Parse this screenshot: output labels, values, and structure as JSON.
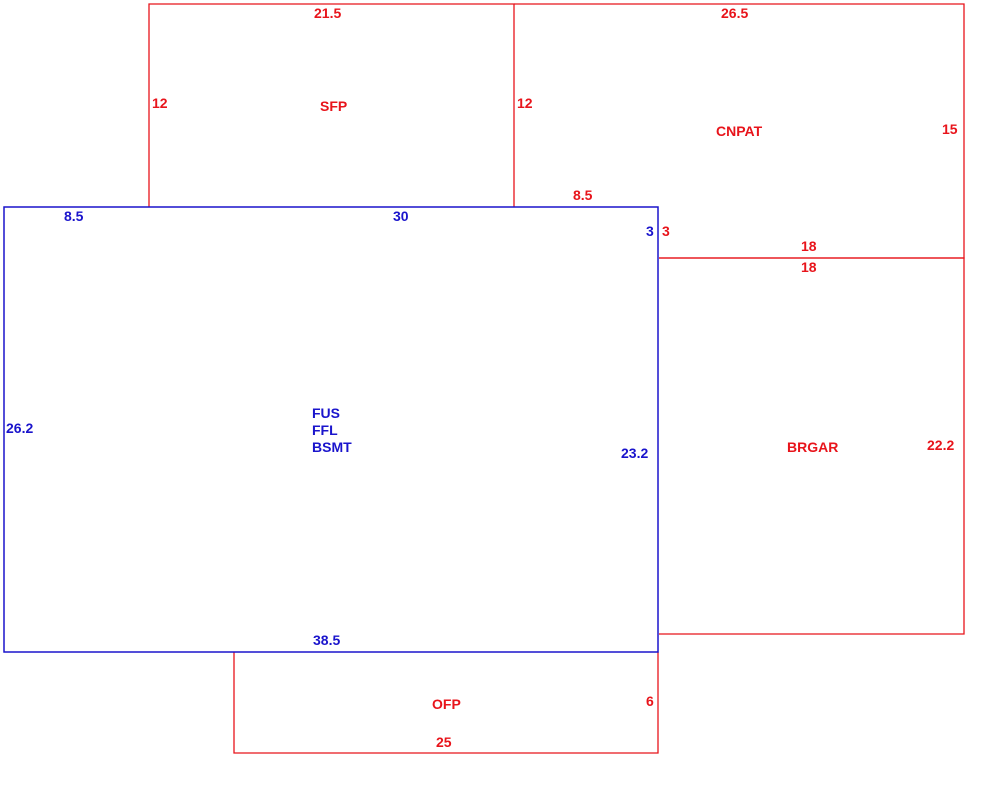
{
  "colors": {
    "addition_line": "#e8141b",
    "main_line": "#1a14cc",
    "background": "#ffffff"
  },
  "areas": {
    "sfp": {
      "code": "SFP",
      "dim_top": "21.5",
      "dim_left": "12",
      "dim_right": "12"
    },
    "cnpat": {
      "code": "CNPAT",
      "dim_top": "26.5",
      "dim_right": "15",
      "dim_bottom": "18",
      "dim_bottom_left": "8.5",
      "dim_left_step": "3"
    },
    "main": {
      "codes": [
        "FUS",
        "FFL",
        "BSMT"
      ],
      "dim_top_left": "8.5",
      "dim_top": "30",
      "dim_top_right_step": "3",
      "dim_left": "26.2",
      "dim_right": "23.2",
      "dim_bottom": "38.5"
    },
    "brgar": {
      "code": "BRGAR",
      "dim_top": "18",
      "dim_right": "22.2"
    },
    "ofp": {
      "code": "OFP",
      "dim_right": "6",
      "dim_bottom": "25"
    }
  }
}
